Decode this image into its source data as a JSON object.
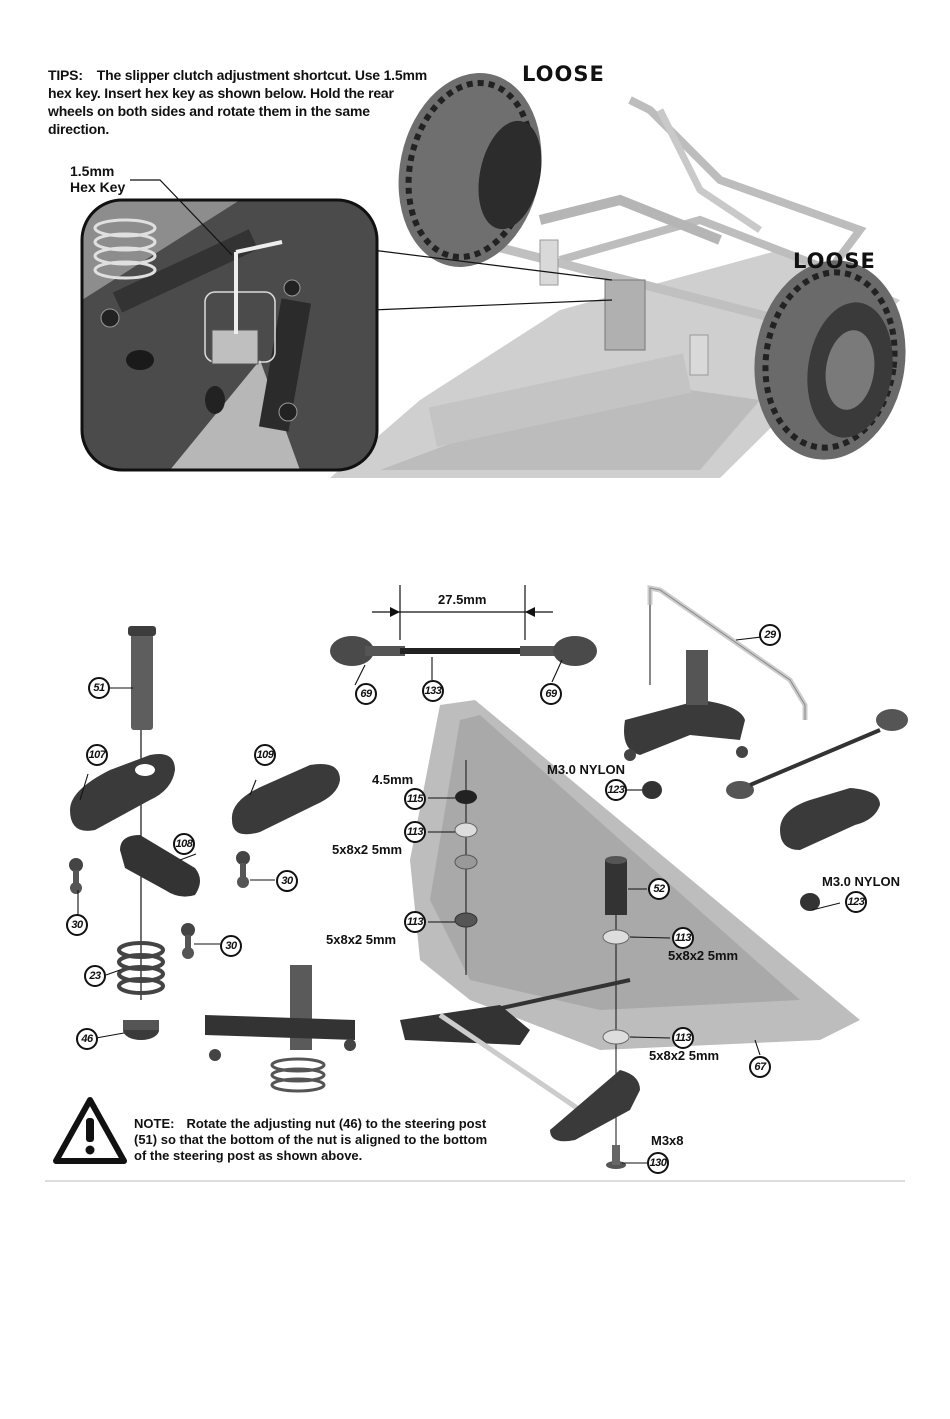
{
  "tips": {
    "label": "TIPS:",
    "text": "The slipper clutch adjustment shortcut. Use 1.5mm hex key. Insert hex key as shown below. Hold the rear wheels on both sides and rotate them in the same direction."
  },
  "wheel_labels": {
    "left": "LOOSE",
    "right": "LOOSE"
  },
  "hex_key_label": {
    "line1": "1.5mm",
    "line2": "Hex Key"
  },
  "dimension": {
    "turnbuckle_length": "27.5mm",
    "screw_size": "4.5mm"
  },
  "size_labels": {
    "washer_a": "5x8x2 5mm",
    "washer_b": "5x8x2 5mm",
    "washer_c": "5x8x2 5mm",
    "washer_d": "5x8x2 5mm",
    "nylon_a": "M3.0 NYLON",
    "nylon_b": "M3.0 NYLON",
    "screw": "M3x8"
  },
  "callouts": {
    "c51": "51",
    "c107": "107",
    "c109": "109",
    "c108": "108",
    "c30a": "30",
    "c30b": "30",
    "c30c": "30",
    "c23": "23",
    "c46": "46",
    "c69a": "69",
    "c133": "133",
    "c69b": "69",
    "c29": "29",
    "c123a": "123",
    "c123b": "123",
    "c115": "115",
    "c113a": "113",
    "c113b": "113",
    "c113c": "113",
    "c113d": "113",
    "c52": "52",
    "c67": "67",
    "c130": "130"
  },
  "note": {
    "label": "NOTE:",
    "text": "Rotate the adjusting nut (46) to the steering post (51) so that the bottom of the nut is aligned to the bottom of the steering post as shown above."
  },
  "icons": [
    "warning-icon"
  ],
  "colors": {
    "ink": "#111111",
    "chassis_gray": "#bdbdbd",
    "part_dark": "#3a3a3a"
  }
}
